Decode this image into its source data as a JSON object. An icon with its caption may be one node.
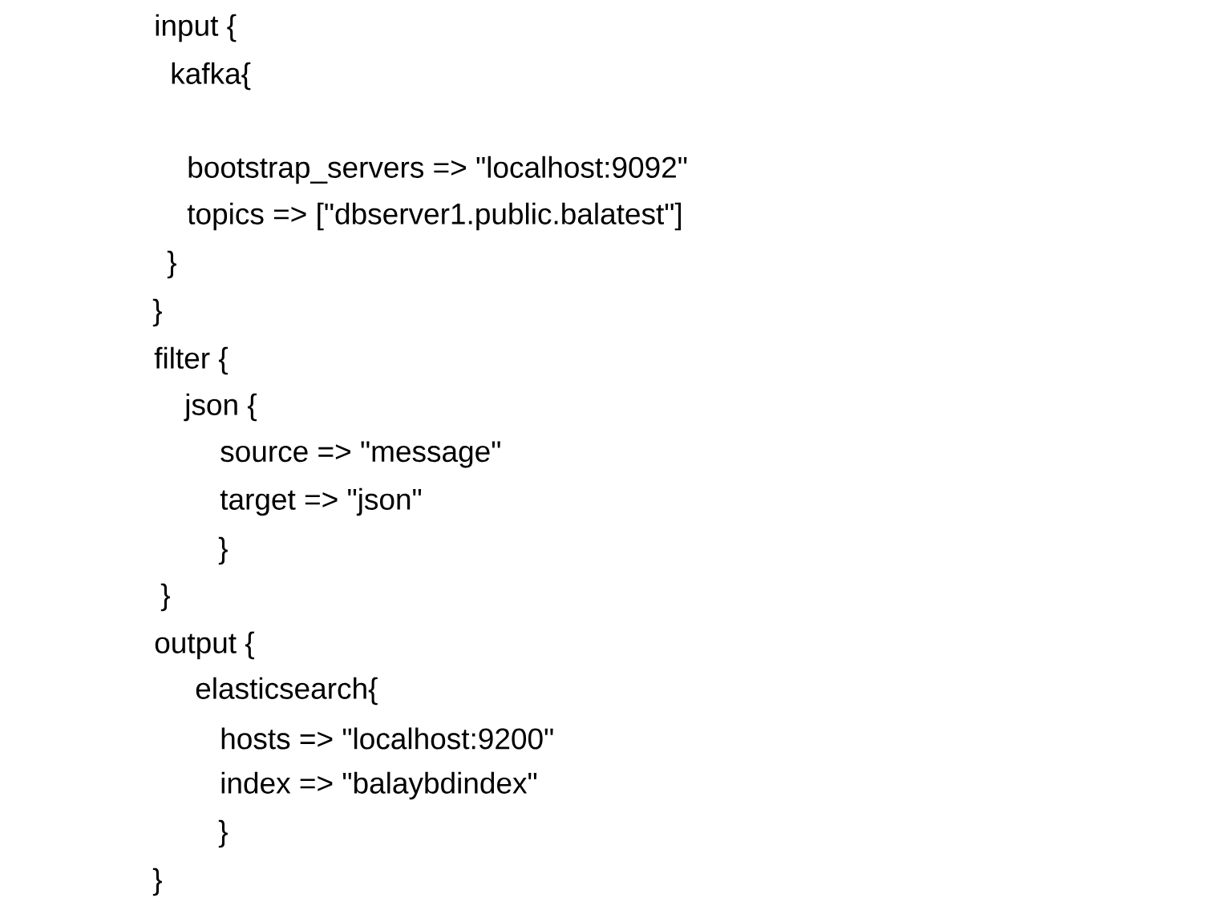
{
  "diagram": {
    "labels": [
      "input {",
      "kafka{",
      "bootstrap_servers => \"localhost:9092\"",
      "topics => [\"dbserver1.public.balatest\"]",
      "}",
      "}",
      "filter {",
      "json {",
      "source => \"message\"",
      "target => \"json\"",
      "}",
      "}",
      "output {",
      "elasticsearch{",
      "hosts => \"localhost:9200\"",
      "index => \"balaybdindex\"",
      "}",
      "}"
    ]
  }
}
